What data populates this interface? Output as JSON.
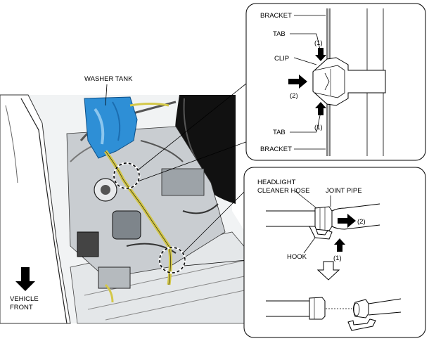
{
  "labels": {
    "washer_tank": "WASHER TANK",
    "vehicle_front_line1": "VEHICLE",
    "vehicle_front_line2": "FRONT"
  },
  "inset_top": {
    "bracket_top": "BRACKET",
    "tab_top": "TAB",
    "step1_top": "(1)",
    "clip": "CLIP",
    "step2": "(2)",
    "step1_bottom": "(1)",
    "tab_bottom": "TAB",
    "bracket_bottom": "BRACKET"
  },
  "inset_bottom": {
    "hose_line1": "HEADLIGHT",
    "hose_line2": "CLEANER HOSE",
    "joint_pipe": "JOINT PIPE",
    "step2": "(2)",
    "hook": "HOOK",
    "step1": "(1)"
  },
  "colors": {
    "washer_tank": "#2e8fd6",
    "hose_highlight": "#d4c84a",
    "line": "#000000"
  }
}
